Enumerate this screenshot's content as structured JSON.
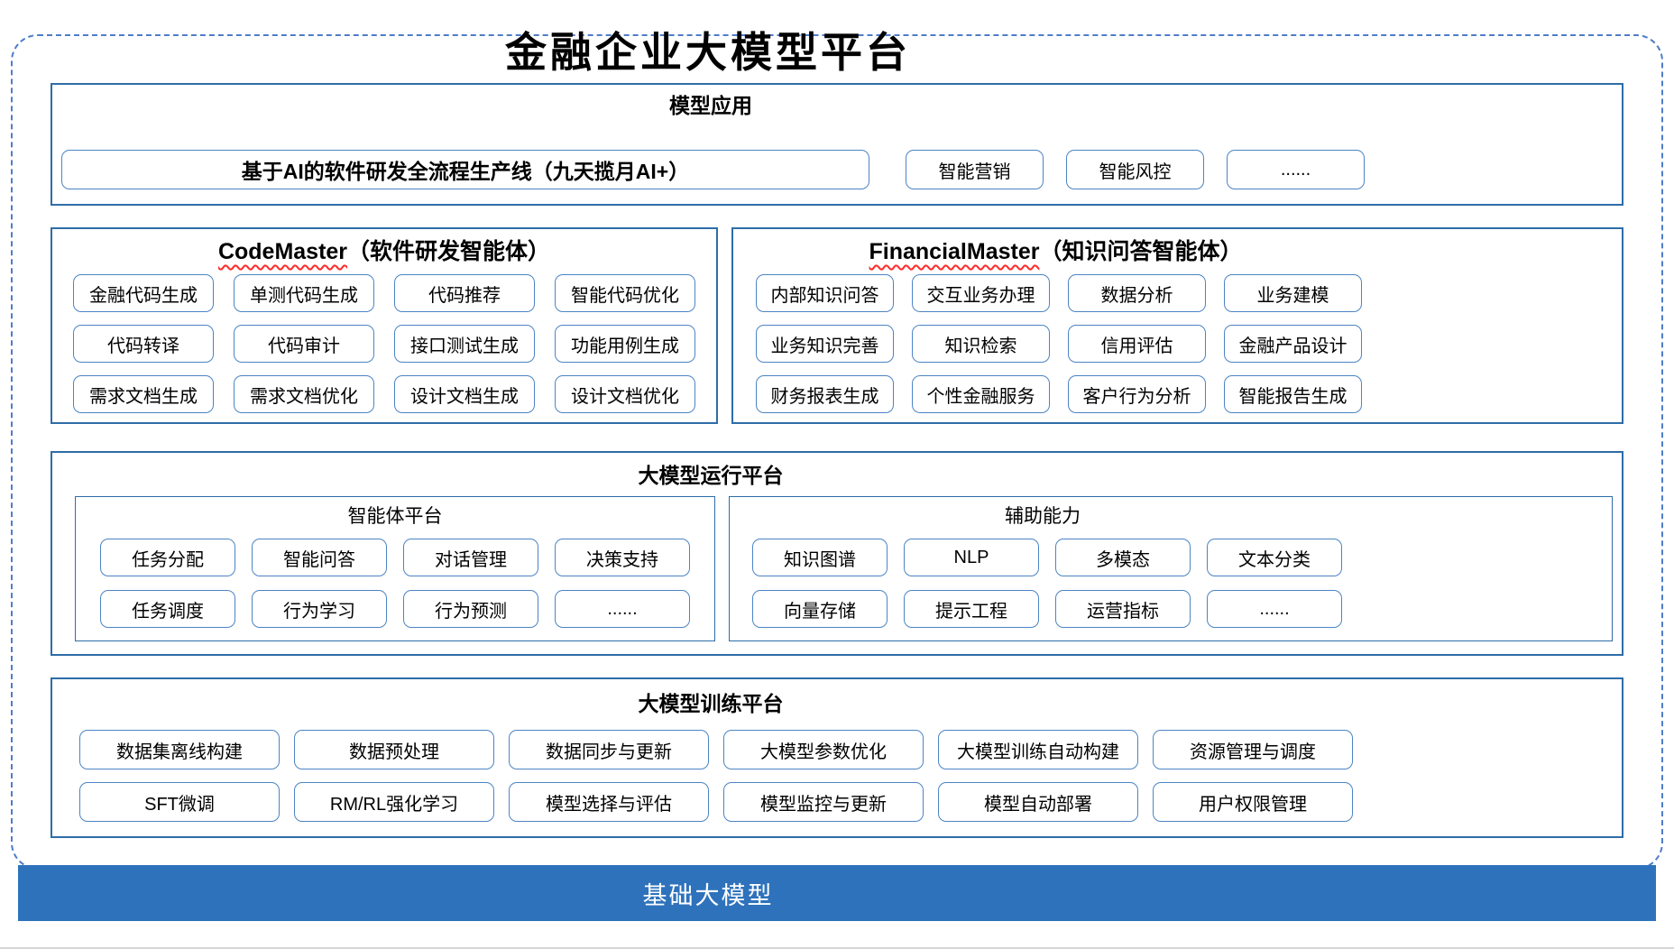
{
  "title": "金融企业大模型平台",
  "colors": {
    "frame_dash": "#4F7DC8",
    "section_border": "#2E6DA8",
    "item_border": "#4C84C4",
    "foundation_bg": "#2E72BC",
    "squiggle": "#FF2A2A",
    "text": "#000000"
  },
  "applications": {
    "title": "模型应用",
    "main_item": "基于AI的软件研发全流程生产线（九天揽月AI+）",
    "items": [
      "智能营销",
      "智能风控",
      "......"
    ]
  },
  "code_master": {
    "title_en": "CodeMaster",
    "title_zh": "（软件研发智能体）",
    "items": [
      "金融代码生成",
      "单测代码生成",
      "代码推荐",
      "智能代码优化",
      "代码转译",
      "代码审计",
      "接口测试生成",
      "功能用例生成",
      "需求文档生成",
      "需求文档优化",
      "设计文档生成",
      "设计文档优化"
    ]
  },
  "financial_master": {
    "title_en": "FinancialMaster",
    "title_zh": "（知识问答智能体）",
    "items": [
      "内部知识问答",
      "交互业务办理",
      "数据分析",
      "业务建模",
      "业务知识完善",
      "知识检索",
      "信用评估",
      "金融产品设计",
      "财务报表生成",
      "个性金融服务",
      "客户行为分析",
      "智能报告生成"
    ]
  },
  "runtime": {
    "title": "大模型运行平台",
    "agent": {
      "title": "智能体平台",
      "items": [
        "任务分配",
        "智能问答",
        "对话管理",
        "决策支持",
        "任务调度",
        "行为学习",
        "行为预测",
        "......"
      ]
    },
    "aux": {
      "title": "辅助能力",
      "items": [
        "知识图谱",
        "NLP",
        "多模态",
        "文本分类",
        "向量存储",
        "提示工程",
        "运营指标",
        "......"
      ]
    }
  },
  "training": {
    "title": "大模型训练平台",
    "items": [
      "数据集离线构建",
      "数据预处理",
      "数据同步与更新",
      "大模型参数优化",
      "大模型训练自动构建",
      "资源管理与调度",
      "SFT微调",
      "RM/RL强化学习",
      "模型选择与评估",
      "模型监控与更新",
      "模型自动部署",
      "用户权限管理"
    ]
  },
  "foundation": {
    "label": "基础大模型"
  }
}
